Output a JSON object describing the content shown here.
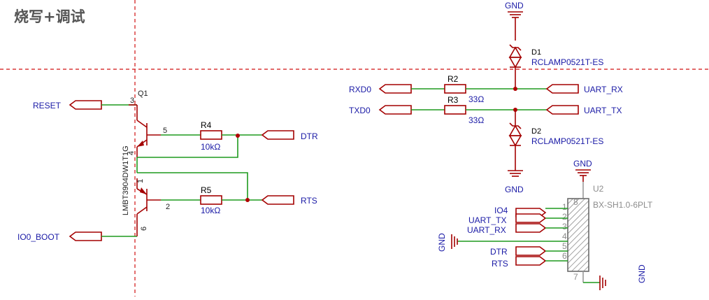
{
  "title": "烧写+调试",
  "nets": {
    "reset": "RESET",
    "io0_boot": "IO0_BOOT",
    "dtr": "DTR",
    "rts": "RTS",
    "rxd0": "RXD0",
    "txd0": "TXD0",
    "uart_rx": "UART_RX",
    "uart_tx": "UART_TX",
    "gnd": "GND",
    "io4": "IO4"
  },
  "q1": {
    "designator": "Q1",
    "part": "LMBT3904DW1T1G",
    "pins": [
      "3",
      "5",
      "4",
      "1",
      "2",
      "6"
    ]
  },
  "r4": {
    "designator": "R4",
    "value": "10kΩ"
  },
  "r5": {
    "designator": "R5",
    "value": "10kΩ"
  },
  "r2": {
    "designator": "R2",
    "value": "33Ω"
  },
  "r3": {
    "designator": "R3",
    "value": "33Ω"
  },
  "d1": {
    "designator": "D1",
    "part": "RCLAMP0521T-ES"
  },
  "d2": {
    "designator": "D2",
    "part": "RCLAMP0521T-ES"
  },
  "u2": {
    "designator": "U2",
    "part": "BX-SH1.0-6PLT",
    "pins": [
      "1",
      "2",
      "3",
      "4",
      "5",
      "6",
      "7",
      "8"
    ],
    "signals": [
      "IO4",
      "UART_TX",
      "UART_RX",
      "GND",
      "DTR",
      "RTS"
    ]
  },
  "colors": {
    "wire": "#1e9a1e",
    "component": "#a40000",
    "net_label": "#1a1aa6",
    "frame": "#d01010",
    "title": "#555555"
  }
}
